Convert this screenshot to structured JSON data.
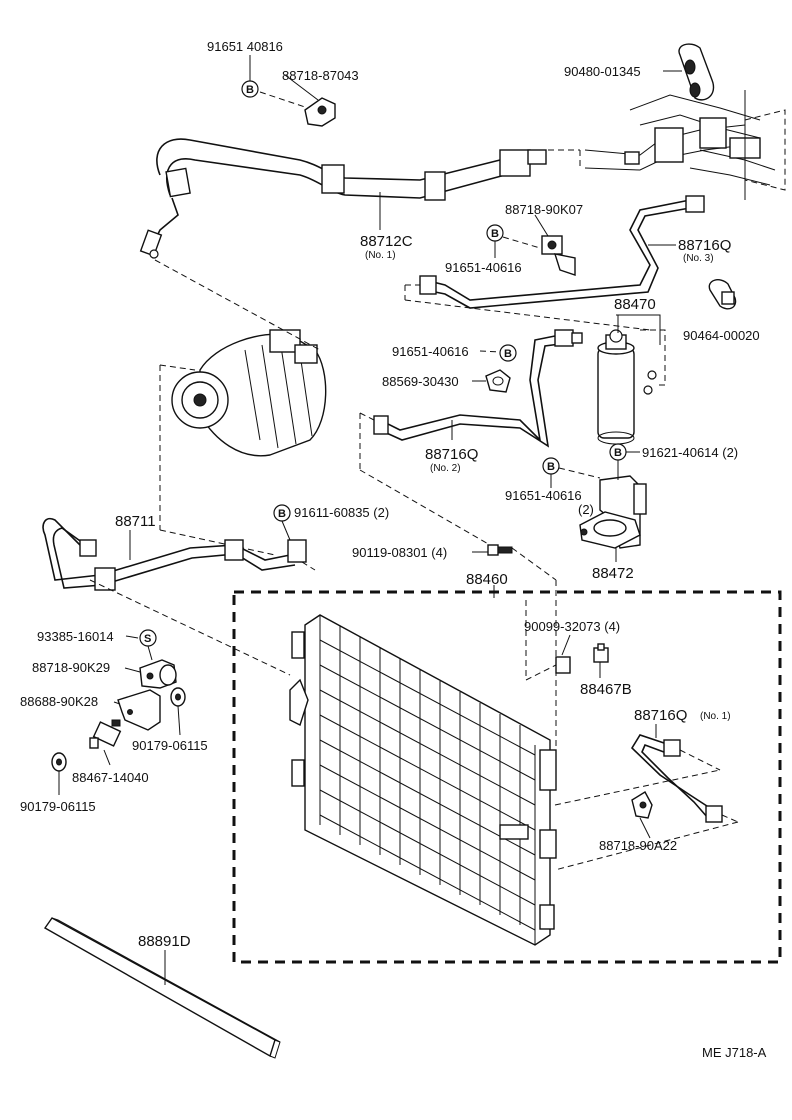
{
  "labels": {
    "p91651_40816": "91651 40816",
    "p88718_87043": "88718-87043",
    "p90480_01345": "90480-01345",
    "p88712c": "88712C",
    "p88712c_sub": "(No. 1)",
    "p88718_90k07": "88718-90K07",
    "p88716q_3": "88716Q",
    "p88716q_3_sub": "(No. 3)",
    "p91651_40616_a": "91651-40616",
    "p88470": "88470",
    "p90464_00020": "90464-00020",
    "p91651_40616_b": "91651-40616",
    "p88569_30430": "88569-30430",
    "p88716q_2": "88716Q",
    "p88716q_2_sub": "(No. 2)",
    "p91621_40614": "91621-40614 (2)",
    "p91651_40616_c": "91651-40616",
    "p91651_40616_c_sub": "(2)",
    "p88711": "88711",
    "p91611_60835": "91611-60835 (2)",
    "p90119_08301": "90119-08301 (4)",
    "p88472": "88472",
    "p88460": "88460",
    "p93385_16014": "93385-16014",
    "p90099_32073": "90099-32073 (4)",
    "p88718_90k29": "88718-90K29",
    "p88467b": "88467B",
    "p88688_90k28": "88688-90K28",
    "p88716q_1": "88716Q",
    "p88716q_1_sub": "(No. 1)",
    "p90179_06115_a": "90179-06115",
    "p88467_14040": "88467-14040",
    "p90179_06115_b": "90179-06115",
    "p88718_90a22": "88718-90A22",
    "p88891d": "88891D",
    "footer_code": "ME  J718-A"
  },
  "markers": {
    "b": "B",
    "s": "S"
  }
}
